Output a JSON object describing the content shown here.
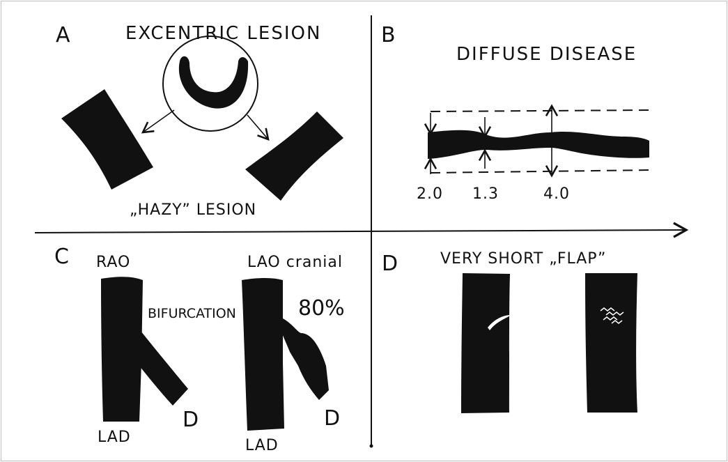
{
  "panels": {
    "a": {
      "letter": "A",
      "title": "EXCENTRIC LESION",
      "caption": "„HAZY” LESION"
    },
    "b": {
      "letter": "B",
      "title": "DIFFUSE DISEASE",
      "measurements": [
        "2.0",
        "1.3",
        "4.0"
      ]
    },
    "c": {
      "letter": "C",
      "view_left": "RAO",
      "view_right": "LAO cranial",
      "bifurcation": "BIFURCATION",
      "stenosis": "80%",
      "vessel_left": "LAD",
      "branch_left": "D",
      "vessel_right": "LAD",
      "branch_right": "D"
    },
    "d": {
      "letter": "D",
      "title": "VERY SHORT „FLAP”"
    }
  },
  "colors": {
    "ink": "#111111",
    "background": "#ffffff",
    "frame": "#bfbfbf"
  }
}
